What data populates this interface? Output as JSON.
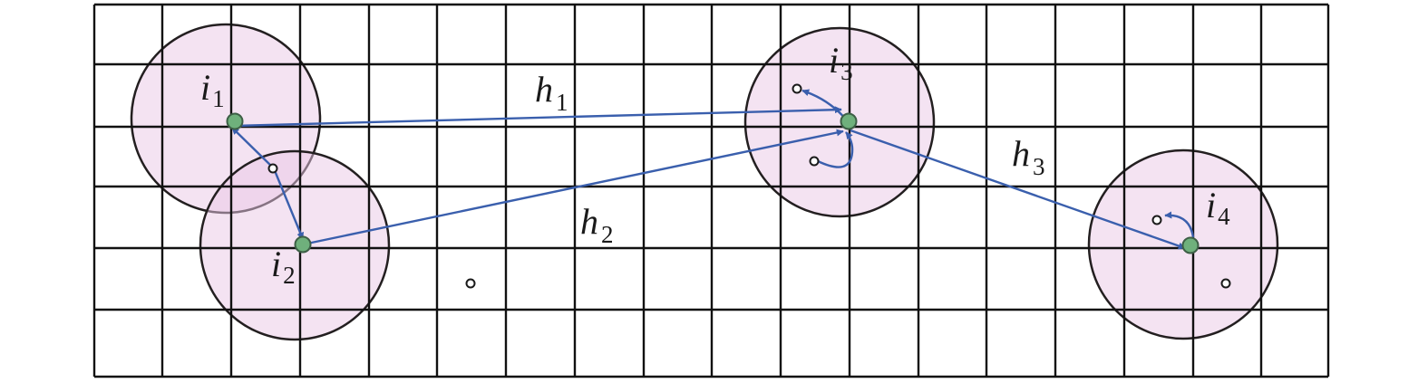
{
  "diagram": {
    "labels": {
      "i1": {
        "main": "i",
        "sub": "1"
      },
      "i2": {
        "main": "i",
        "sub": "2"
      },
      "i3": {
        "main": "i",
        "sub": "3"
      },
      "i4": {
        "main": "i",
        "sub": "4"
      },
      "h1": {
        "main": "h",
        "sub": "1"
      },
      "h2": {
        "main": "h",
        "sub": "2"
      },
      "h3": {
        "main": "h",
        "sub": "3"
      }
    },
    "colors": {
      "grid": "#111111",
      "circle_stroke": "#231f20",
      "circle_fill": "#e9c8e6",
      "arrow": "#3a5fad",
      "node_fill": "#6fb07c",
      "node_stroke": "#3d5f46",
      "small_node_stroke": "#1a1a1a"
    }
  }
}
